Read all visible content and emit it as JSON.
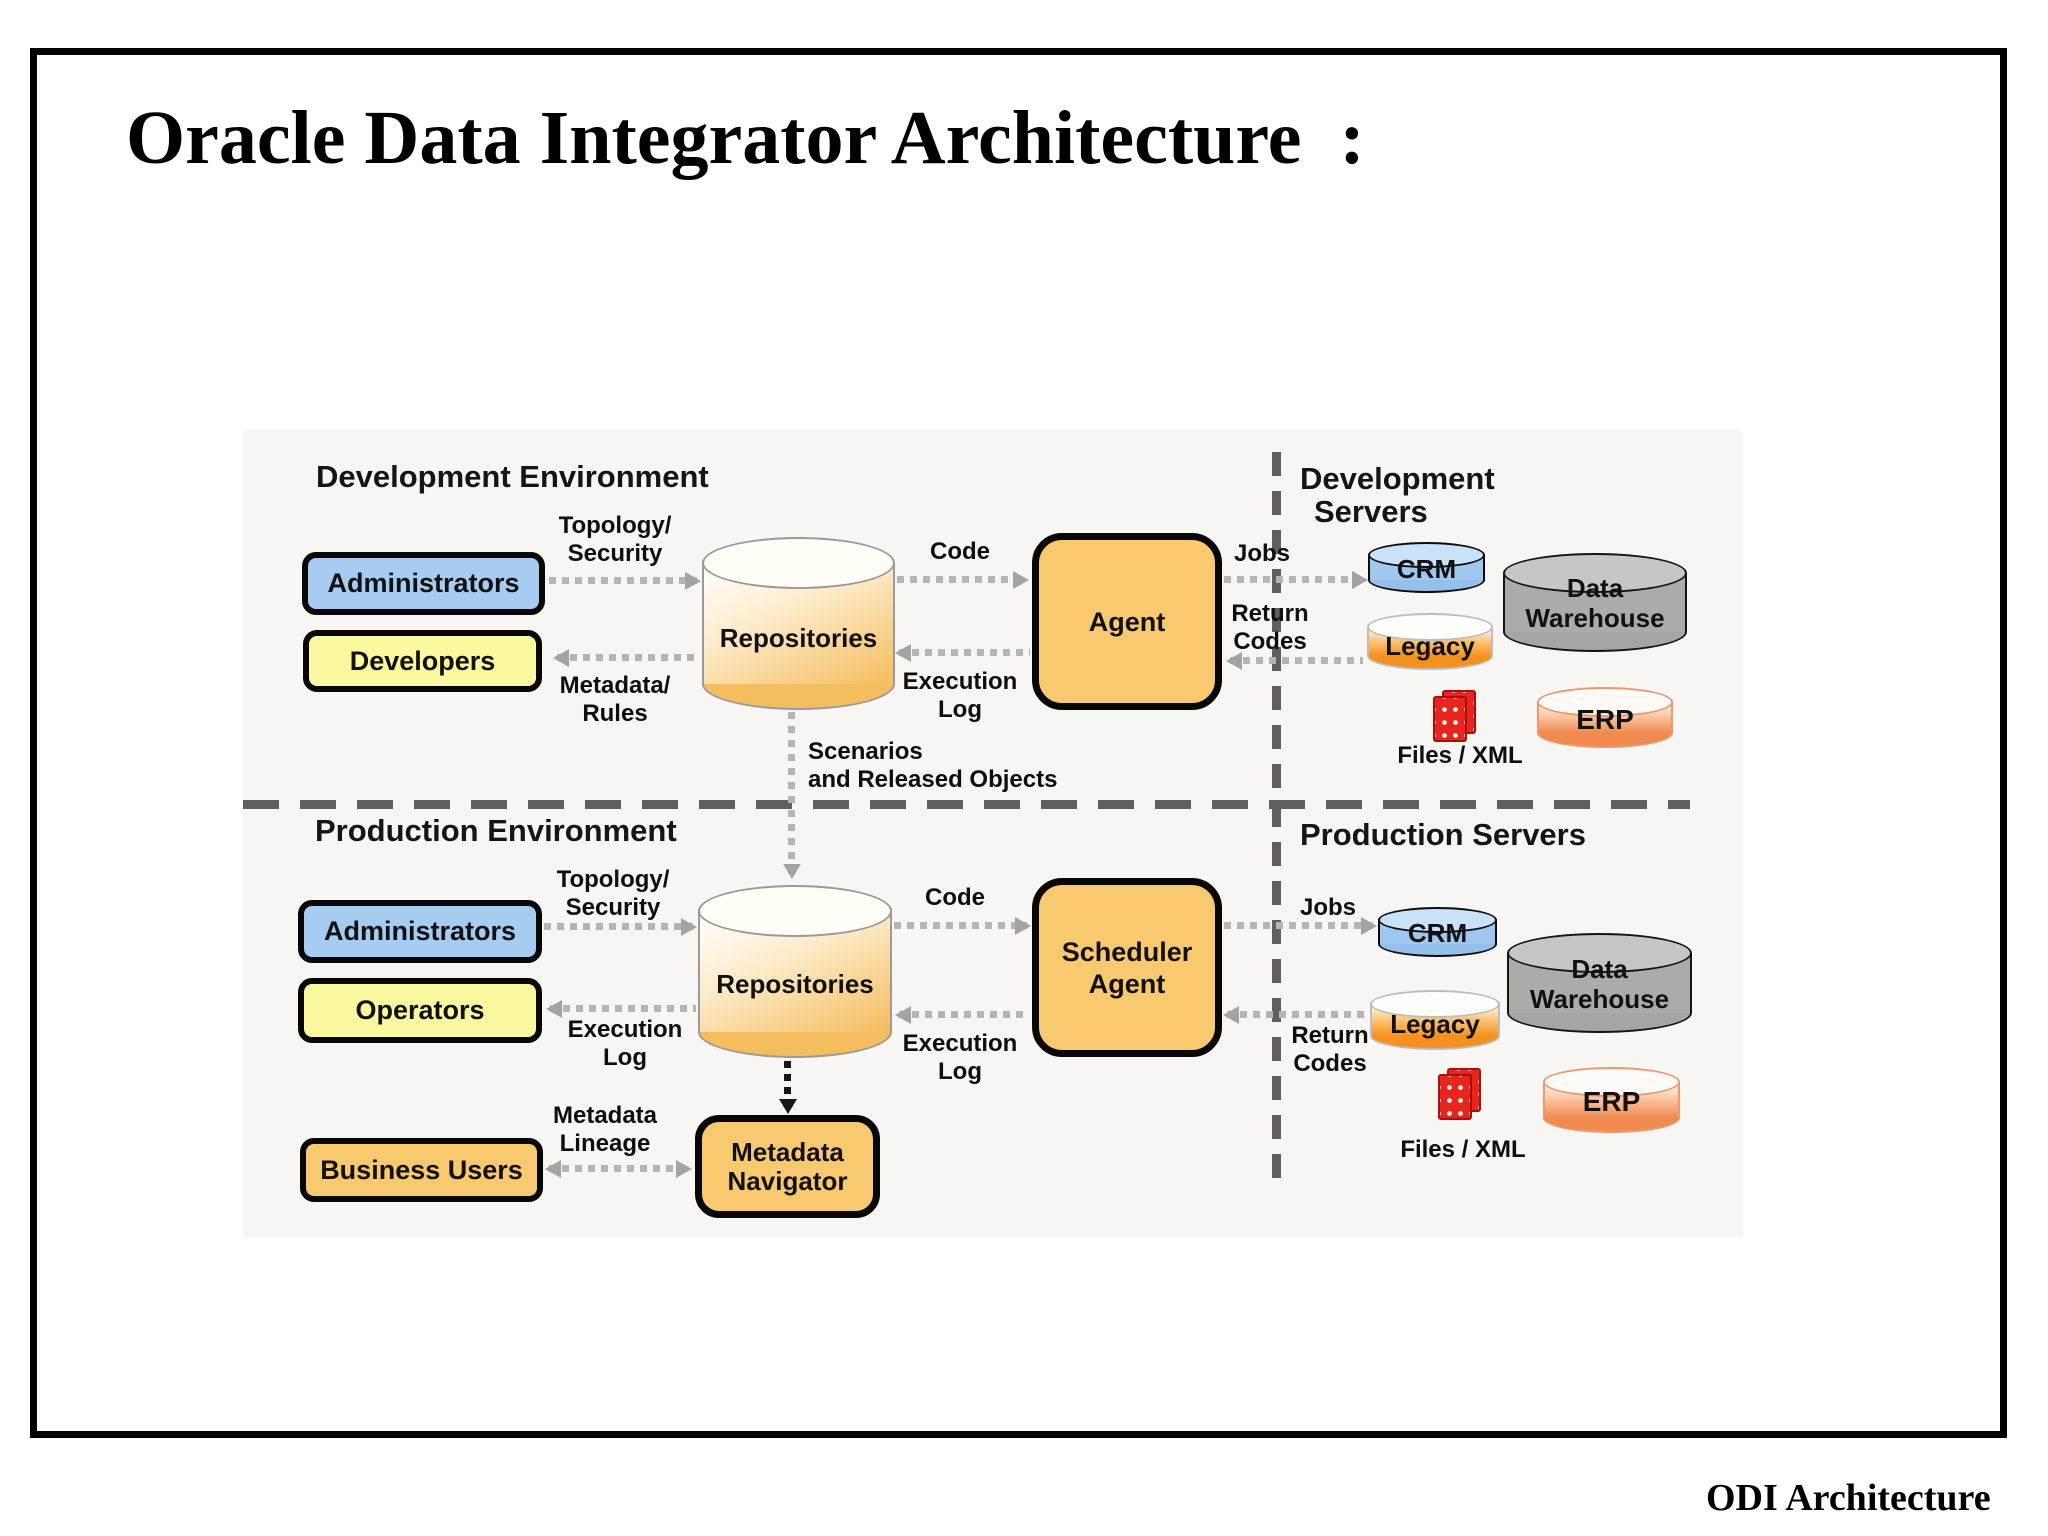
{
  "title": "Oracle Data Integrator Architecture  :",
  "footer": "ODI Architecture",
  "headings": {
    "dev_env": "Development Environment",
    "dev_servers_1": "Development",
    "dev_servers_2": "Servers",
    "prod_env": "Production Environment",
    "prod_servers": "Production Servers"
  },
  "dev": {
    "administrators": "Administrators",
    "developers": "Developers",
    "repositories": "Repositories",
    "agent": "Agent",
    "topology": "Topology/",
    "security": "Security",
    "metadata": "Metadata/",
    "rules": "Rules",
    "code": "Code",
    "execution": "Execution",
    "log": "Log",
    "jobs": "Jobs",
    "return": "Return",
    "codes": "Codes",
    "crm": "CRM",
    "legacy": "Legacy",
    "dw_1": "Data",
    "dw_2": "Warehouse",
    "erp": "ERP",
    "files": "Files / XML"
  },
  "handoff": {
    "scenarios_1": "Scenarios",
    "scenarios_2": "and Released Objects"
  },
  "prod": {
    "administrators": "Administrators",
    "operators": "Operators",
    "repositories": "Repositories",
    "scheduler_1": "Scheduler",
    "scheduler_2": "Agent",
    "business_users": "Business Users",
    "navigator_1": "Metadata",
    "navigator_2": "Navigator",
    "topology": "Topology/",
    "security": "Security",
    "execution_left": "Execution",
    "log_left": "Log",
    "code": "Code",
    "execution_right": "Execution",
    "log_right": "Log",
    "jobs": "Jobs",
    "return": "Return",
    "codes": "Codes",
    "lineage_1": "Metadata",
    "lineage_2": "Lineage",
    "crm": "CRM",
    "legacy": "Legacy",
    "dw_1": "Data",
    "dw_2": "Warehouse",
    "erp": "ERP",
    "files": "Files / XML"
  },
  "colors": {
    "user_box_blue": "#a6ccf2",
    "user_box_yellow": "#fbf9a0",
    "agent_orange": "#f8c96e",
    "repository_orange": "#f4bd5e",
    "crm_blue": "#9fc7ef",
    "legacy_orange": "#f5911f",
    "erp_salmon": "#f08a4f",
    "warehouse_gray": "#ababab",
    "file_red": "#e8251d",
    "divider_gray": "#5f5f5f",
    "arrow_gray": "#b5b5b5",
    "panel_background": "#f7f6f2"
  }
}
